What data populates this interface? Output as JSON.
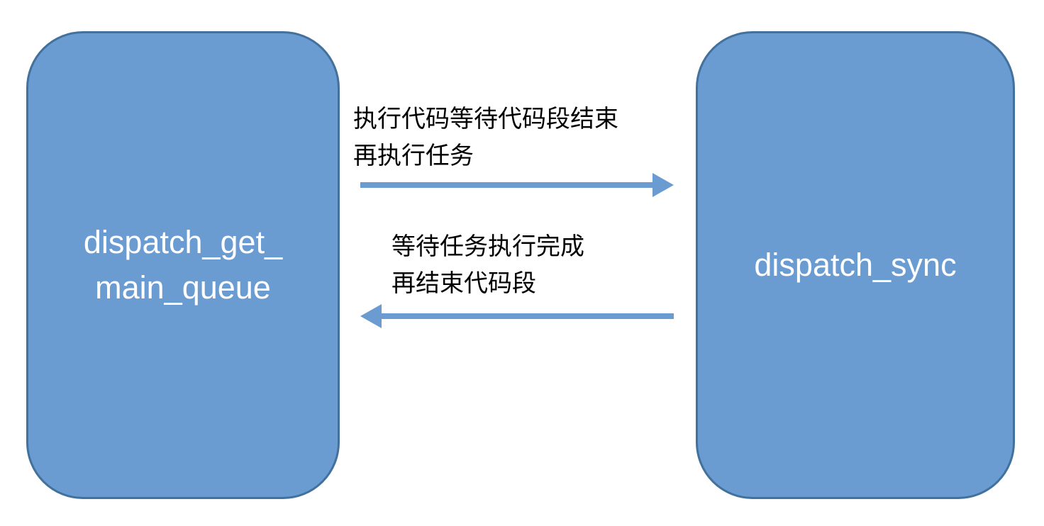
{
  "colors": {
    "node_fill": "#6a9bd1",
    "node_border": "#41719c",
    "arrow": "#6a9bd1",
    "label_text": "#000000",
    "node_text": "#ffffff"
  },
  "nodes": {
    "left": {
      "line1": "dispatch_get_",
      "line2": "main_queue"
    },
    "right": {
      "line1": "dispatch_sync"
    }
  },
  "edges": {
    "forward": {
      "line1": "执行代码等待代码段结束",
      "line2": "再执行任务"
    },
    "backward": {
      "line1": "等待任务执行完成",
      "line2": "再结束代码段"
    }
  }
}
